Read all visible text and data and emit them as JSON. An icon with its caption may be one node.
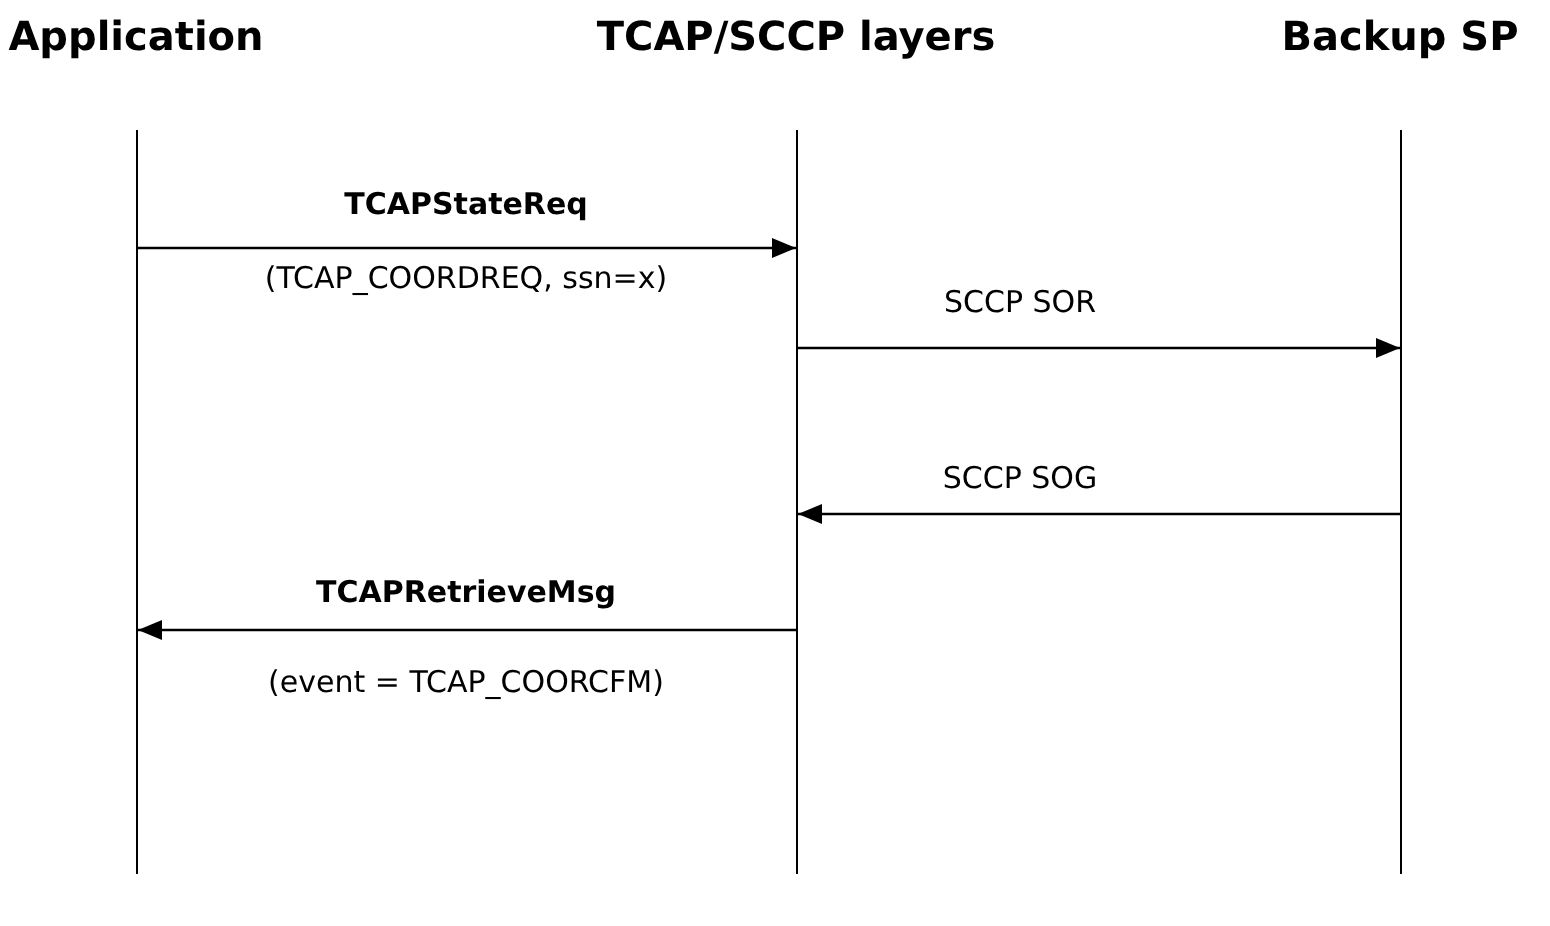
{
  "diagram": {
    "nodes": [
      {
        "text": [
          "Application"
        ]
      },
      {
        "text": [
          "TCAP/SCCP layers"
        ]
      },
      {
        "text": [
          "Backup SP"
        ]
      }
    ],
    "edges": [
      {
        "from": 0,
        "to": 1,
        "arrow": "to",
        "label": "TCAPStateReq"
      },
      {
        "from": 1,
        "to": 2,
        "arrow": "to",
        "label": "SCCP SOR"
      },
      {
        "from": 2,
        "to": 1,
        "arrow": "to",
        "label": "SCCP SOG"
      },
      {
        "from": 1,
        "to": 0,
        "arrow": "to",
        "label": "TCAPRetrieveMsg"
      }
    ],
    "labels": [
      "(TCAP_COORDREQ, ssn=x)",
      "(event = TCAP_COORCFM)"
    ]
  }
}
